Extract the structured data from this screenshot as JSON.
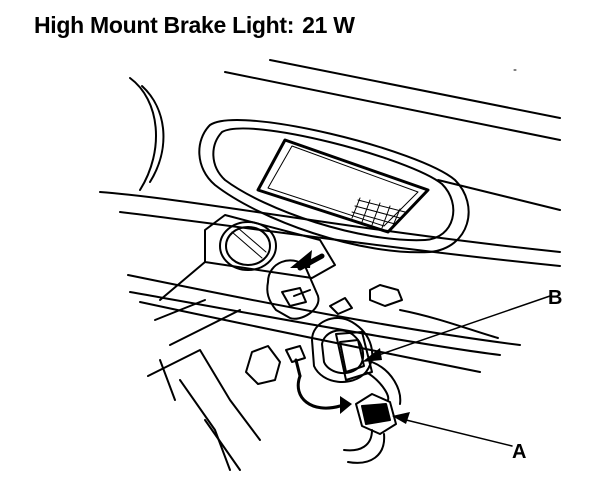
{
  "title": {
    "label": "High Mount Brake Light:",
    "value": "21 W"
  },
  "callouts": {
    "a": "A",
    "b": "B"
  },
  "colors": {
    "ink": "#000000",
    "paper": "#ffffff"
  }
}
